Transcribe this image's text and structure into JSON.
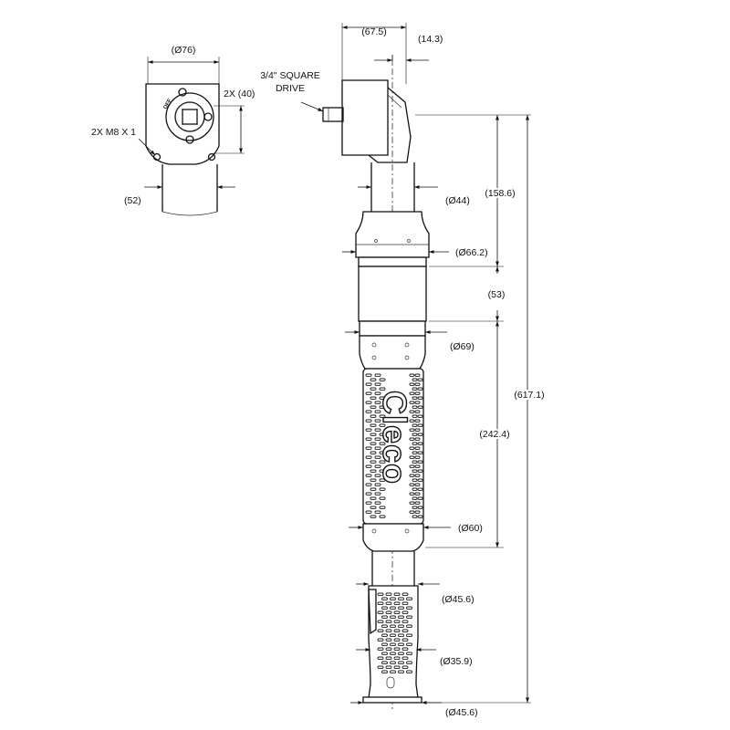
{
  "drawing": {
    "drive_note": [
      "3/4\" SQUARE",
      "DRIVE"
    ],
    "thread_note": "2X M8 X 1",
    "bolt_spacing": "2X (40)",
    "head_diameter": "(Ø76)",
    "head_width": "(52)",
    "head_length": "(67.5)",
    "head_offset": "(14.3)",
    "neck_diameter": "(Ø44)",
    "segment_upper": "(158.6)",
    "collar_diameter": "(Ø66.2)",
    "segment_middle": "(53)",
    "grip_top_diameter": "(Ø69)",
    "overall_length": "(617.1)",
    "segment_grip": "(242.4)",
    "grip_bottom_diameter": "(Ø60)",
    "handle_top_diameter": "(Ø45.6)",
    "handle_mid_diameter": "(Ø35.9)",
    "handle_end_diameter": "(Ø45.6)",
    "brand": "Cleco",
    "switch_label": "OFF"
  }
}
